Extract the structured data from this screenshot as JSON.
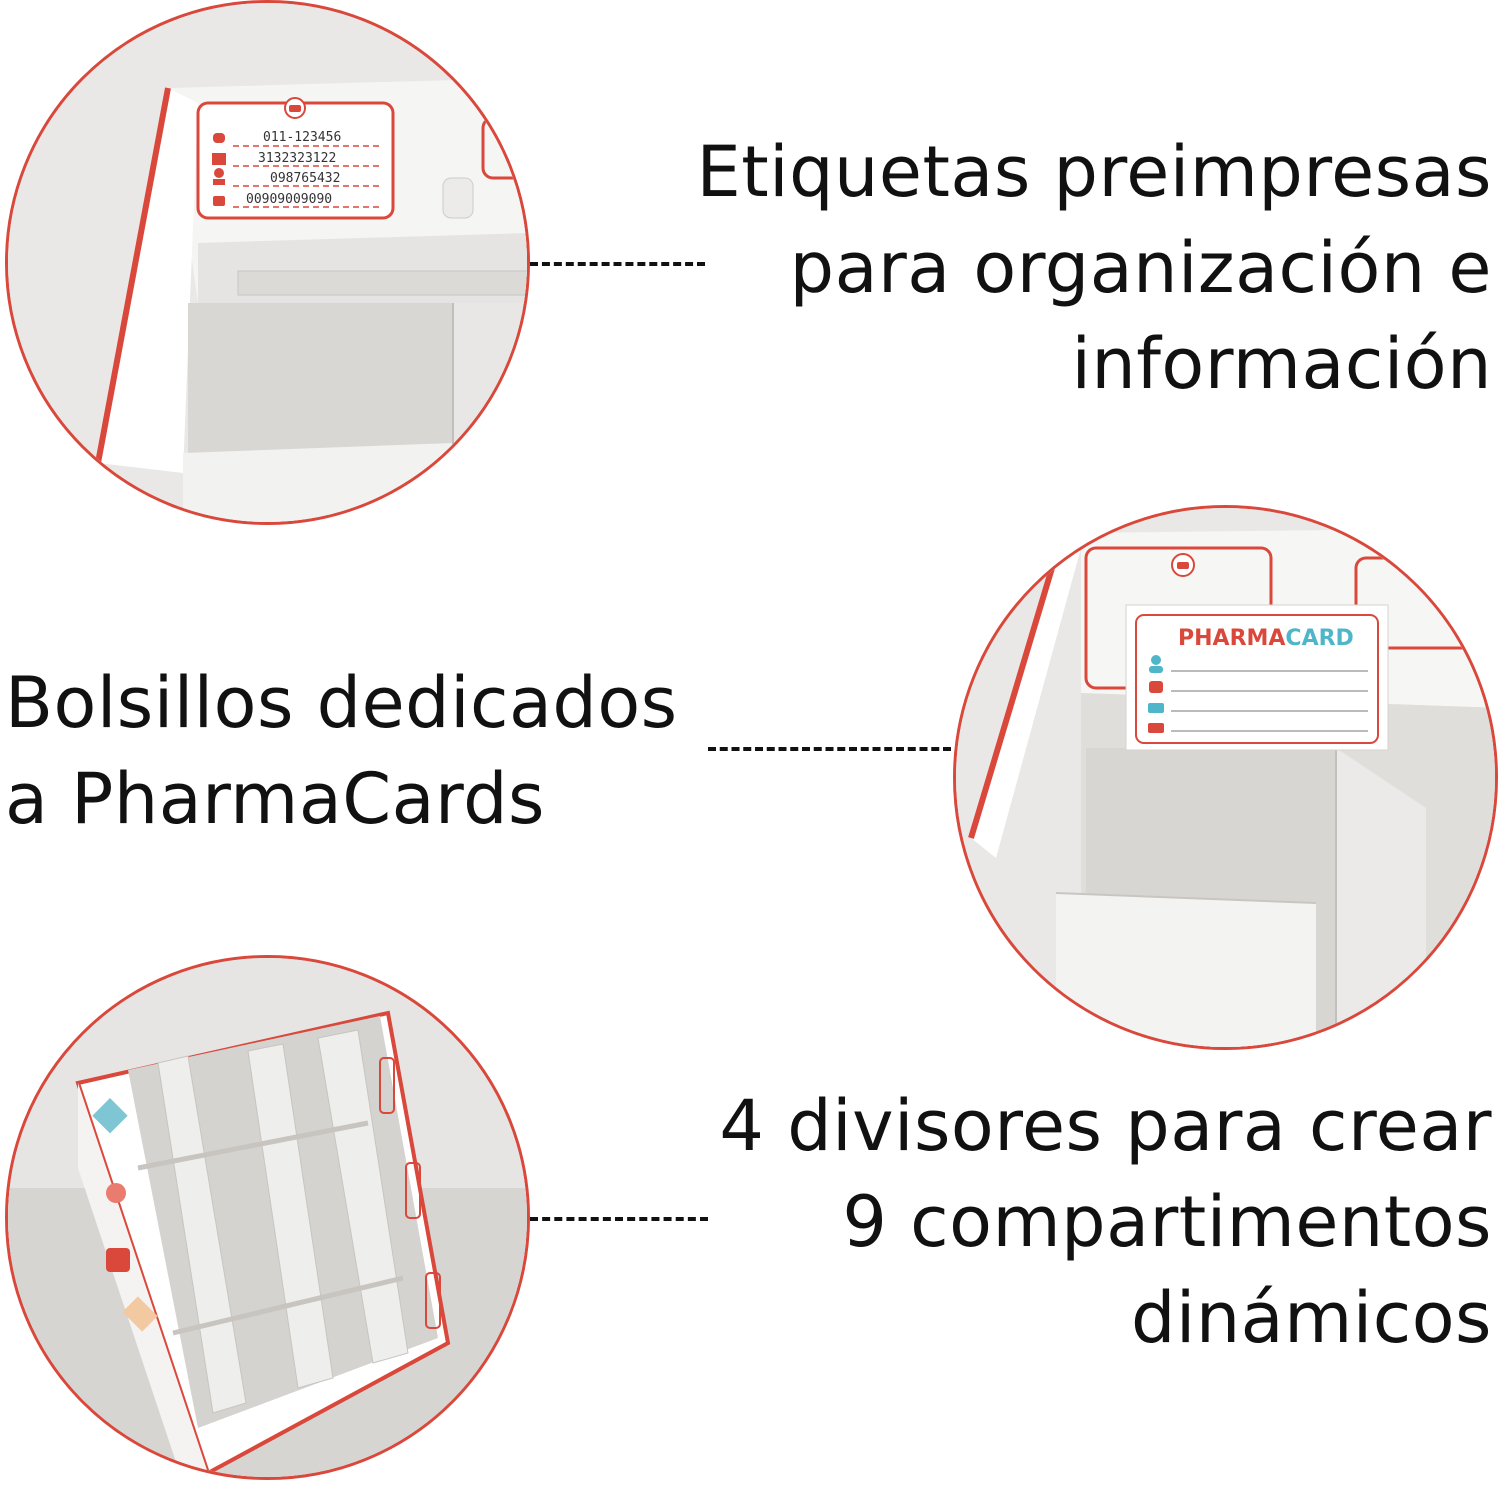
{
  "colors": {
    "accent": "#d9483b",
    "text": "#111111",
    "pharma_red": "#d9483b",
    "pharma_blue": "#4fb6c9"
  },
  "callouts": [
    {
      "lines": [
        "Etiquetas preimpresas",
        "para organización e",
        "información"
      ]
    },
    {
      "lines": [
        "Bolsillos dedicados",
        "a PharmaCards"
      ]
    },
    {
      "lines": [
        "4 divisores para crear",
        "9 compartimentos",
        "dinámicos"
      ]
    }
  ],
  "label_card": {
    "phone_icon": "telephone-icon",
    "entries": [
      {
        "icon": "alarm-light-icon",
        "value": "011-123456"
      },
      {
        "icon": "hospital-icon",
        "value": "3132323122"
      },
      {
        "icon": "doctor-icon",
        "value": "098765432"
      },
      {
        "icon": "lock-icon",
        "value": "00909009090"
      }
    ]
  },
  "pharmacard": {
    "title_part1": "PHARMA",
    "title_part2": "CARD",
    "row_icons": [
      "person-icon",
      "pill-bottle-icon",
      "id-card-icon",
      "first-aid-icon"
    ]
  }
}
